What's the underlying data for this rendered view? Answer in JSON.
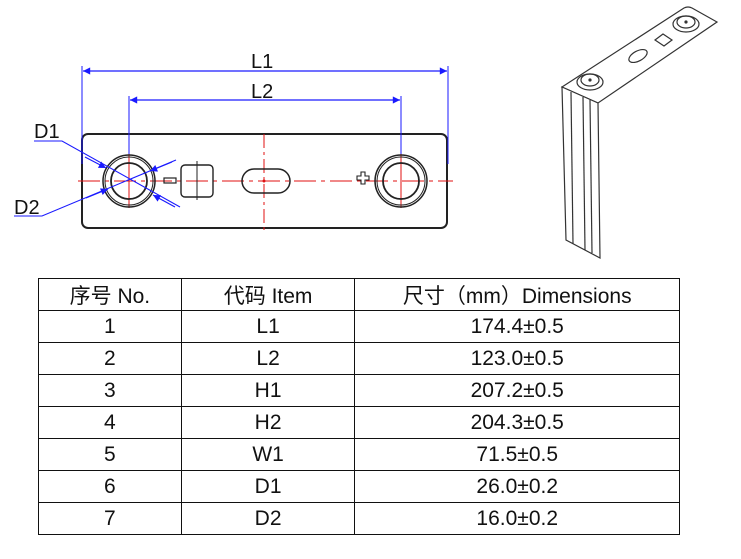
{
  "drawing": {
    "labels": {
      "L1": "L1",
      "L2": "L2",
      "D1": "D1",
      "D2": "D2"
    },
    "colors": {
      "dimension": "#1a1aff",
      "centerline": "#e01010",
      "outline": "#222222"
    }
  },
  "table": {
    "headers": [
      "序号 No.",
      "代码 Item",
      "尺寸（mm）Dimensions"
    ],
    "rows": [
      {
        "no": "1",
        "item": "L1",
        "dim": "174.4±0.5"
      },
      {
        "no": "2",
        "item": "L2",
        "dim": "123.0±0.5"
      },
      {
        "no": "3",
        "item": "H1",
        "dim": "207.2±0.5"
      },
      {
        "no": "4",
        "item": "H2",
        "dim": "204.3±0.5"
      },
      {
        "no": "5",
        "item": "W1",
        "dim": "71.5±0.5"
      },
      {
        "no": "6",
        "item": "D1",
        "dim": "26.0±0.2"
      },
      {
        "no": "7",
        "item": "D2",
        "dim": "16.0±0.2"
      }
    ]
  }
}
